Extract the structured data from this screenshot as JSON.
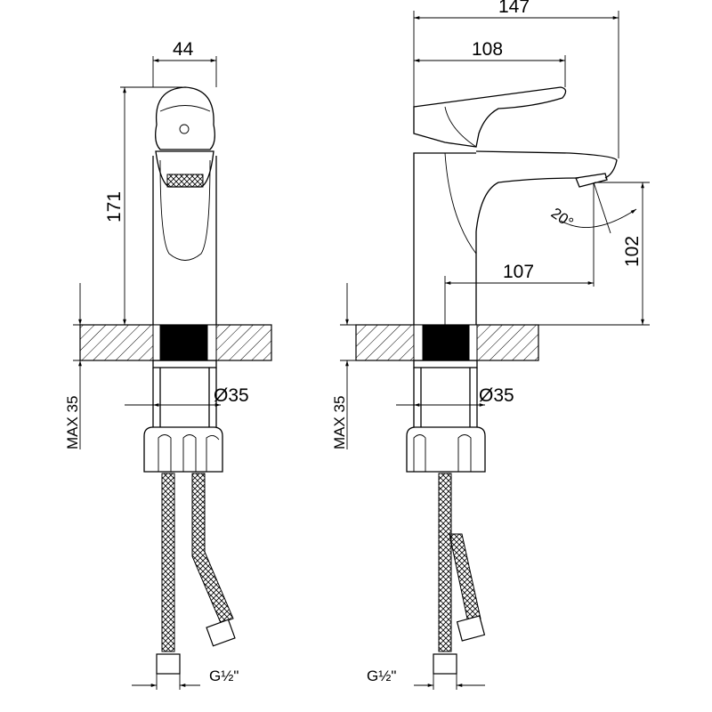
{
  "drawing": {
    "front_view": {
      "width_dim": "44",
      "height_dim": "171",
      "pipe_diameter": "Ø35",
      "max_thickness": "MAX 35",
      "thread": "G½\""
    },
    "side_view": {
      "overall_length": "147",
      "lever_length": "108",
      "spout_reach": "107",
      "spout_height": "102",
      "spout_angle": "20°",
      "pipe_diameter": "Ø35",
      "max_thickness": "MAX 35",
      "thread": "G½\""
    },
    "line_color": "#000000"
  }
}
